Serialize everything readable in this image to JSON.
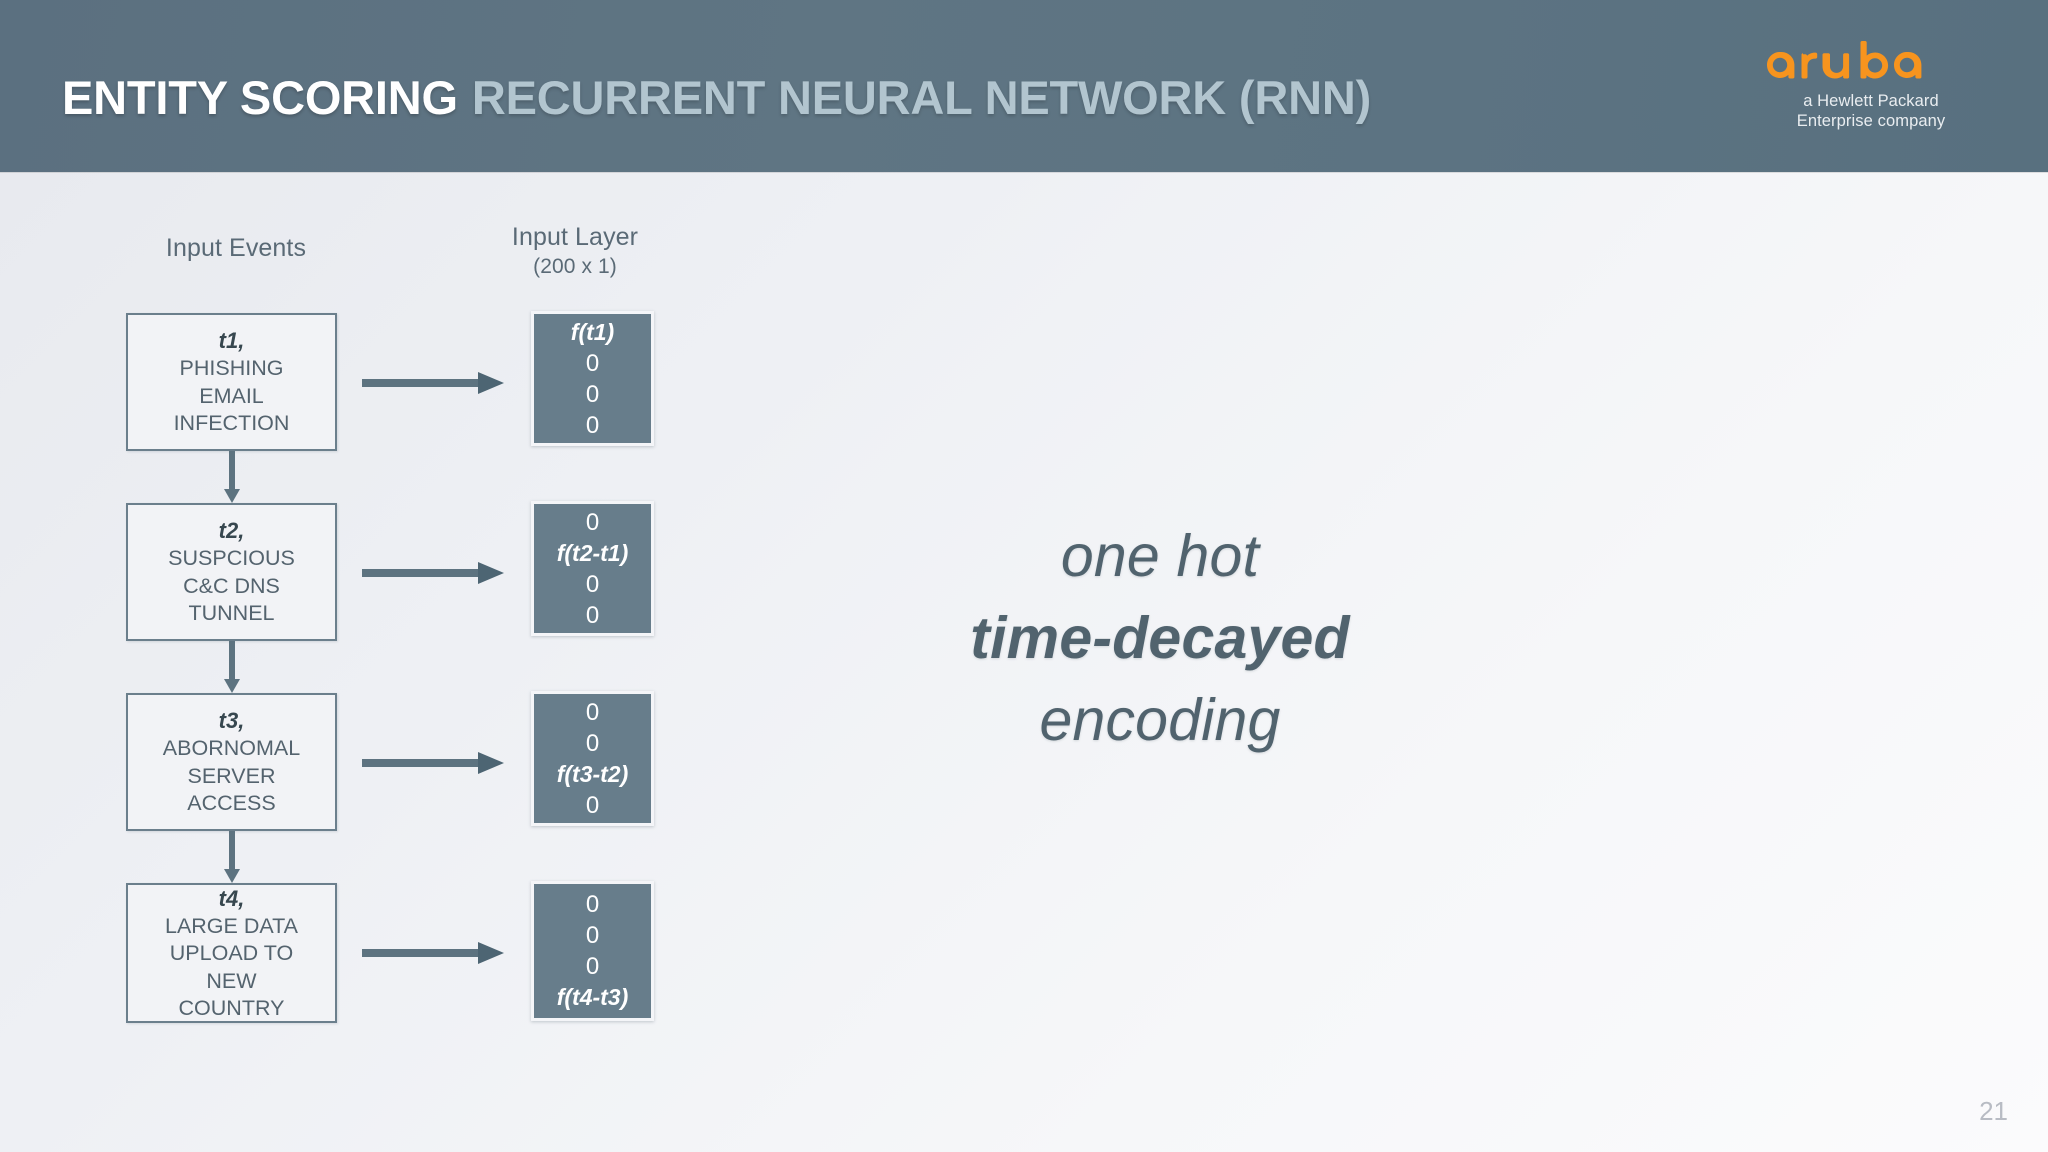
{
  "header": {
    "title_main": "ENTITY SCORING",
    "title_sub": "RECURRENT NEURAL NETWORK (RNN)",
    "bg_color": "#5c7382",
    "title_main_color": "#ffffff",
    "title_sub_color": "#b2c5cf"
  },
  "logo": {
    "wordmark": "aruba",
    "wordmark_color": "#f7941e",
    "tagline_line1": "a Hewlett Packard",
    "tagline_line2": "Enterprise company",
    "icon_name": "aruba-logo"
  },
  "columns": {
    "events_heading": "Input Events",
    "layer_heading": "Input Layer",
    "layer_subheading": "(200 x 1)"
  },
  "events": [
    {
      "time_label": "t1,",
      "description_lines": [
        "PHISHING",
        "EMAIL",
        "INFECTION"
      ]
    },
    {
      "time_label": "t2,",
      "description_lines": [
        "SUSPCIOUS",
        "C&C DNS",
        "TUNNEL"
      ]
    },
    {
      "time_label": "t3,",
      "description_lines": [
        "ABORNOMAL",
        "SERVER",
        "ACCESS"
      ]
    },
    {
      "time_label": "t4,",
      "description_lines": [
        "LARGE DATA",
        "UPLOAD TO",
        "NEW",
        "COUNTRY"
      ]
    }
  ],
  "input_vectors": [
    {
      "cells": [
        "f(t1)",
        "0",
        "0",
        "0"
      ],
      "active_index": 0
    },
    {
      "cells": [
        "0",
        "f(t2-t1)",
        "0",
        "0"
      ],
      "active_index": 1
    },
    {
      "cells": [
        "0",
        "0",
        "f(t3-t2)",
        "0"
      ],
      "active_index": 2
    },
    {
      "cells": [
        "0",
        "0",
        "0",
        "f(t4-t3)"
      ],
      "active_index": 3
    }
  ],
  "callout": {
    "line1": "one hot",
    "line2": "time-decayed",
    "line3": "encoding"
  },
  "footer": {
    "page_number": "21"
  },
  "colors": {
    "accent_orange": "#f7941e",
    "header_blue": "#5c7382",
    "vector_fill": "#677d8b",
    "arrow": "#5d7380",
    "text_muted": "#5a6a76"
  }
}
